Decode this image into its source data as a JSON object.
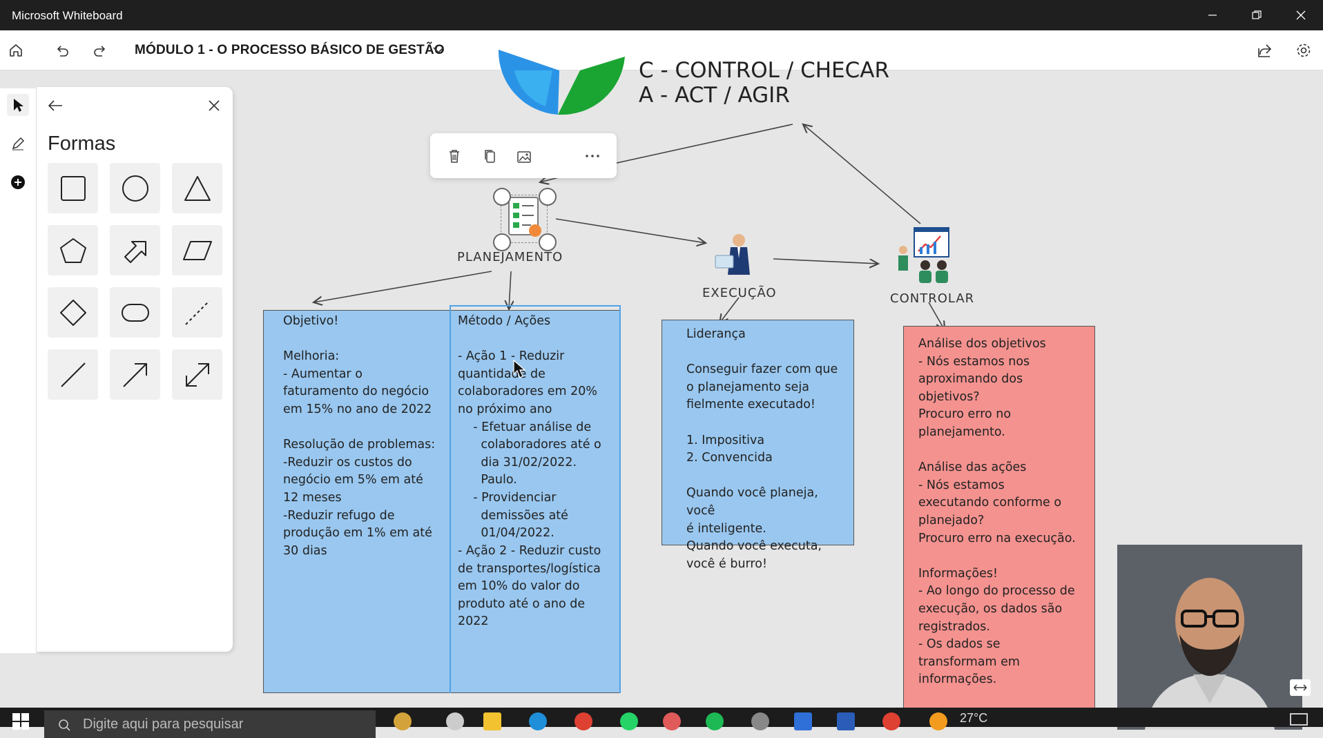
{
  "window": {
    "title": "Microsoft Whiteboard"
  },
  "toolbar": {
    "doc_title": "MÓDULO 1 - O PROCESSO BÁSICO DE GESTÃO"
  },
  "panel": {
    "title": "Formas"
  },
  "board": {
    "pdca_line1": "C - CONTROL / CHECAR",
    "pdca_line2": "A - ACT / AGIR",
    "labels": {
      "planejamento": "PLANEJAMENTO",
      "execucao": "EXECUÇÃO",
      "controlar": "CONTROLAR"
    },
    "notes": {
      "objetivo": "Objetivo!\n\nMelhoria:\n- Aumentar o\nfaturamento do negócio\nem 15% no ano de 2022\n\nResolução de problemas:\n-Reduzir os custos do\nnegócio em 5% em até\n12 meses\n-Reduzir refugo de\nprodução em 1% em até\n30 dias",
      "metodo": "Método / Ações\n\n- Ação 1 - Reduzir\nquantidade de\ncolaboradores em 20%\nno próximo ano\n    - Efetuar análise de\n      colaboradores até o\n      dia 31/02/2022.\n      Paulo.\n    - Providenciar\n      demissões até\n      01/04/2022.",
      "metodo_acao2": "- Ação 2 - Reduzir custo\nde transportes/logística\nem 10% do valor do\nproduto até o ano de\n2022",
      "lideranca": "Liderança\n\nConseguir fazer com que\no planejamento seja\nfielmente executado!\n\n1. Impositiva\n2. Convencida\n\nQuando você planeja, você\né inteligente.\nQuando você executa,\nvocê é burro!",
      "controlar": "Análise dos objetivos\n- Nós estamos nos\naproximando dos\nobjetivos?\nProcuro erro no\nplanejamento.\n\nAnálise das ações\n- Nós estamos\nexecutando conforme o\nplanejado?\nProcuro erro na execução.\n\nInformações!\n- Ao longo do processo de\nexecução, os dados são\nregistrados.\n- Os dados se\ntransformam em\ninformações."
    }
  },
  "taskbar": {
    "search_placeholder": "Digite aqui para pesquisar",
    "temperature": "27°C"
  },
  "colors": {
    "note_blue": "#99c7ef",
    "note_red": "#f4928f",
    "selection": "#3a7bd5"
  }
}
